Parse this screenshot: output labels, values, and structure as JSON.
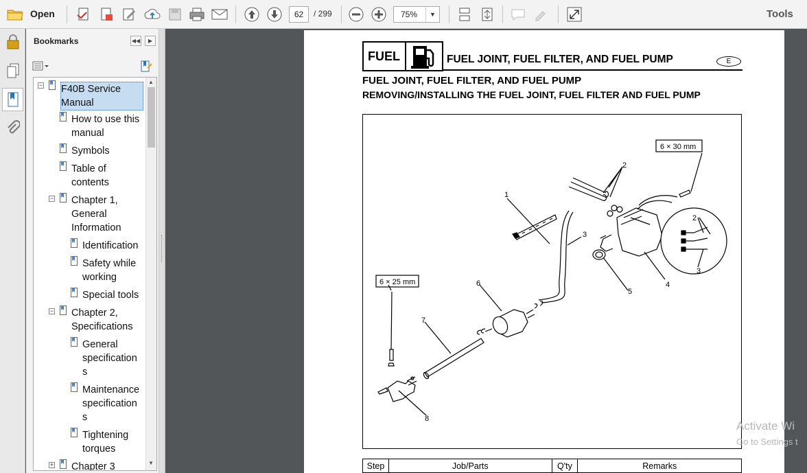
{
  "toolbar": {
    "open_label": "Open",
    "current_page": "62",
    "page_total": "/ 299",
    "zoom": "75%",
    "tools_label": "Tools"
  },
  "bookmarks": {
    "title": "Bookmarks",
    "items": [
      {
        "label1": "F40B Service",
        "label2": "Manual"
      },
      {
        "label1": "How to use this",
        "label2": "manual"
      },
      {
        "label1": "Symbols"
      },
      {
        "label1": "Table of",
        "label2": "contents"
      },
      {
        "label1": "Chapter 1,",
        "label2": "General",
        "label3": "Information"
      },
      {
        "label1": "Identification"
      },
      {
        "label1": "Safety while",
        "label2": "working"
      },
      {
        "label1": "Special tools"
      },
      {
        "label1": "Chapter 2,",
        "label2": "Specifications"
      },
      {
        "label1": "General",
        "label2": "specification",
        "label3": "s"
      },
      {
        "label1": "Maintenance",
        "label2": "specification",
        "label3": "s"
      },
      {
        "label1": "Tightening",
        "label2": "torques"
      },
      {
        "label1": "Chapter 3"
      }
    ]
  },
  "document": {
    "badge": "FUEL",
    "header_title": "FUEL JOINT, FUEL FILTER, AND FUEL PUMP",
    "lang": "E",
    "subtitle1": "FUEL JOINT, FUEL FILTER, AND FUEL PUMP",
    "subtitle2": "REMOVING/INSTALLING THE FUEL JOINT, FUEL FILTER AND FUEL PUMP",
    "diagram": {
      "bolt_label_1": "6 × 30 mm",
      "bolt_label_2": "6 × 25 mm",
      "callouts": [
        "1",
        "2",
        "3",
        "4",
        "5",
        "6",
        "7",
        "8",
        "2",
        "3"
      ]
    },
    "table": {
      "headers": [
        "Step",
        "Job/Parts",
        "Q'ty",
        "Remarks"
      ]
    }
  },
  "watermark": {
    "line1": "Activate Wi",
    "line2": "Go to Settings t"
  }
}
